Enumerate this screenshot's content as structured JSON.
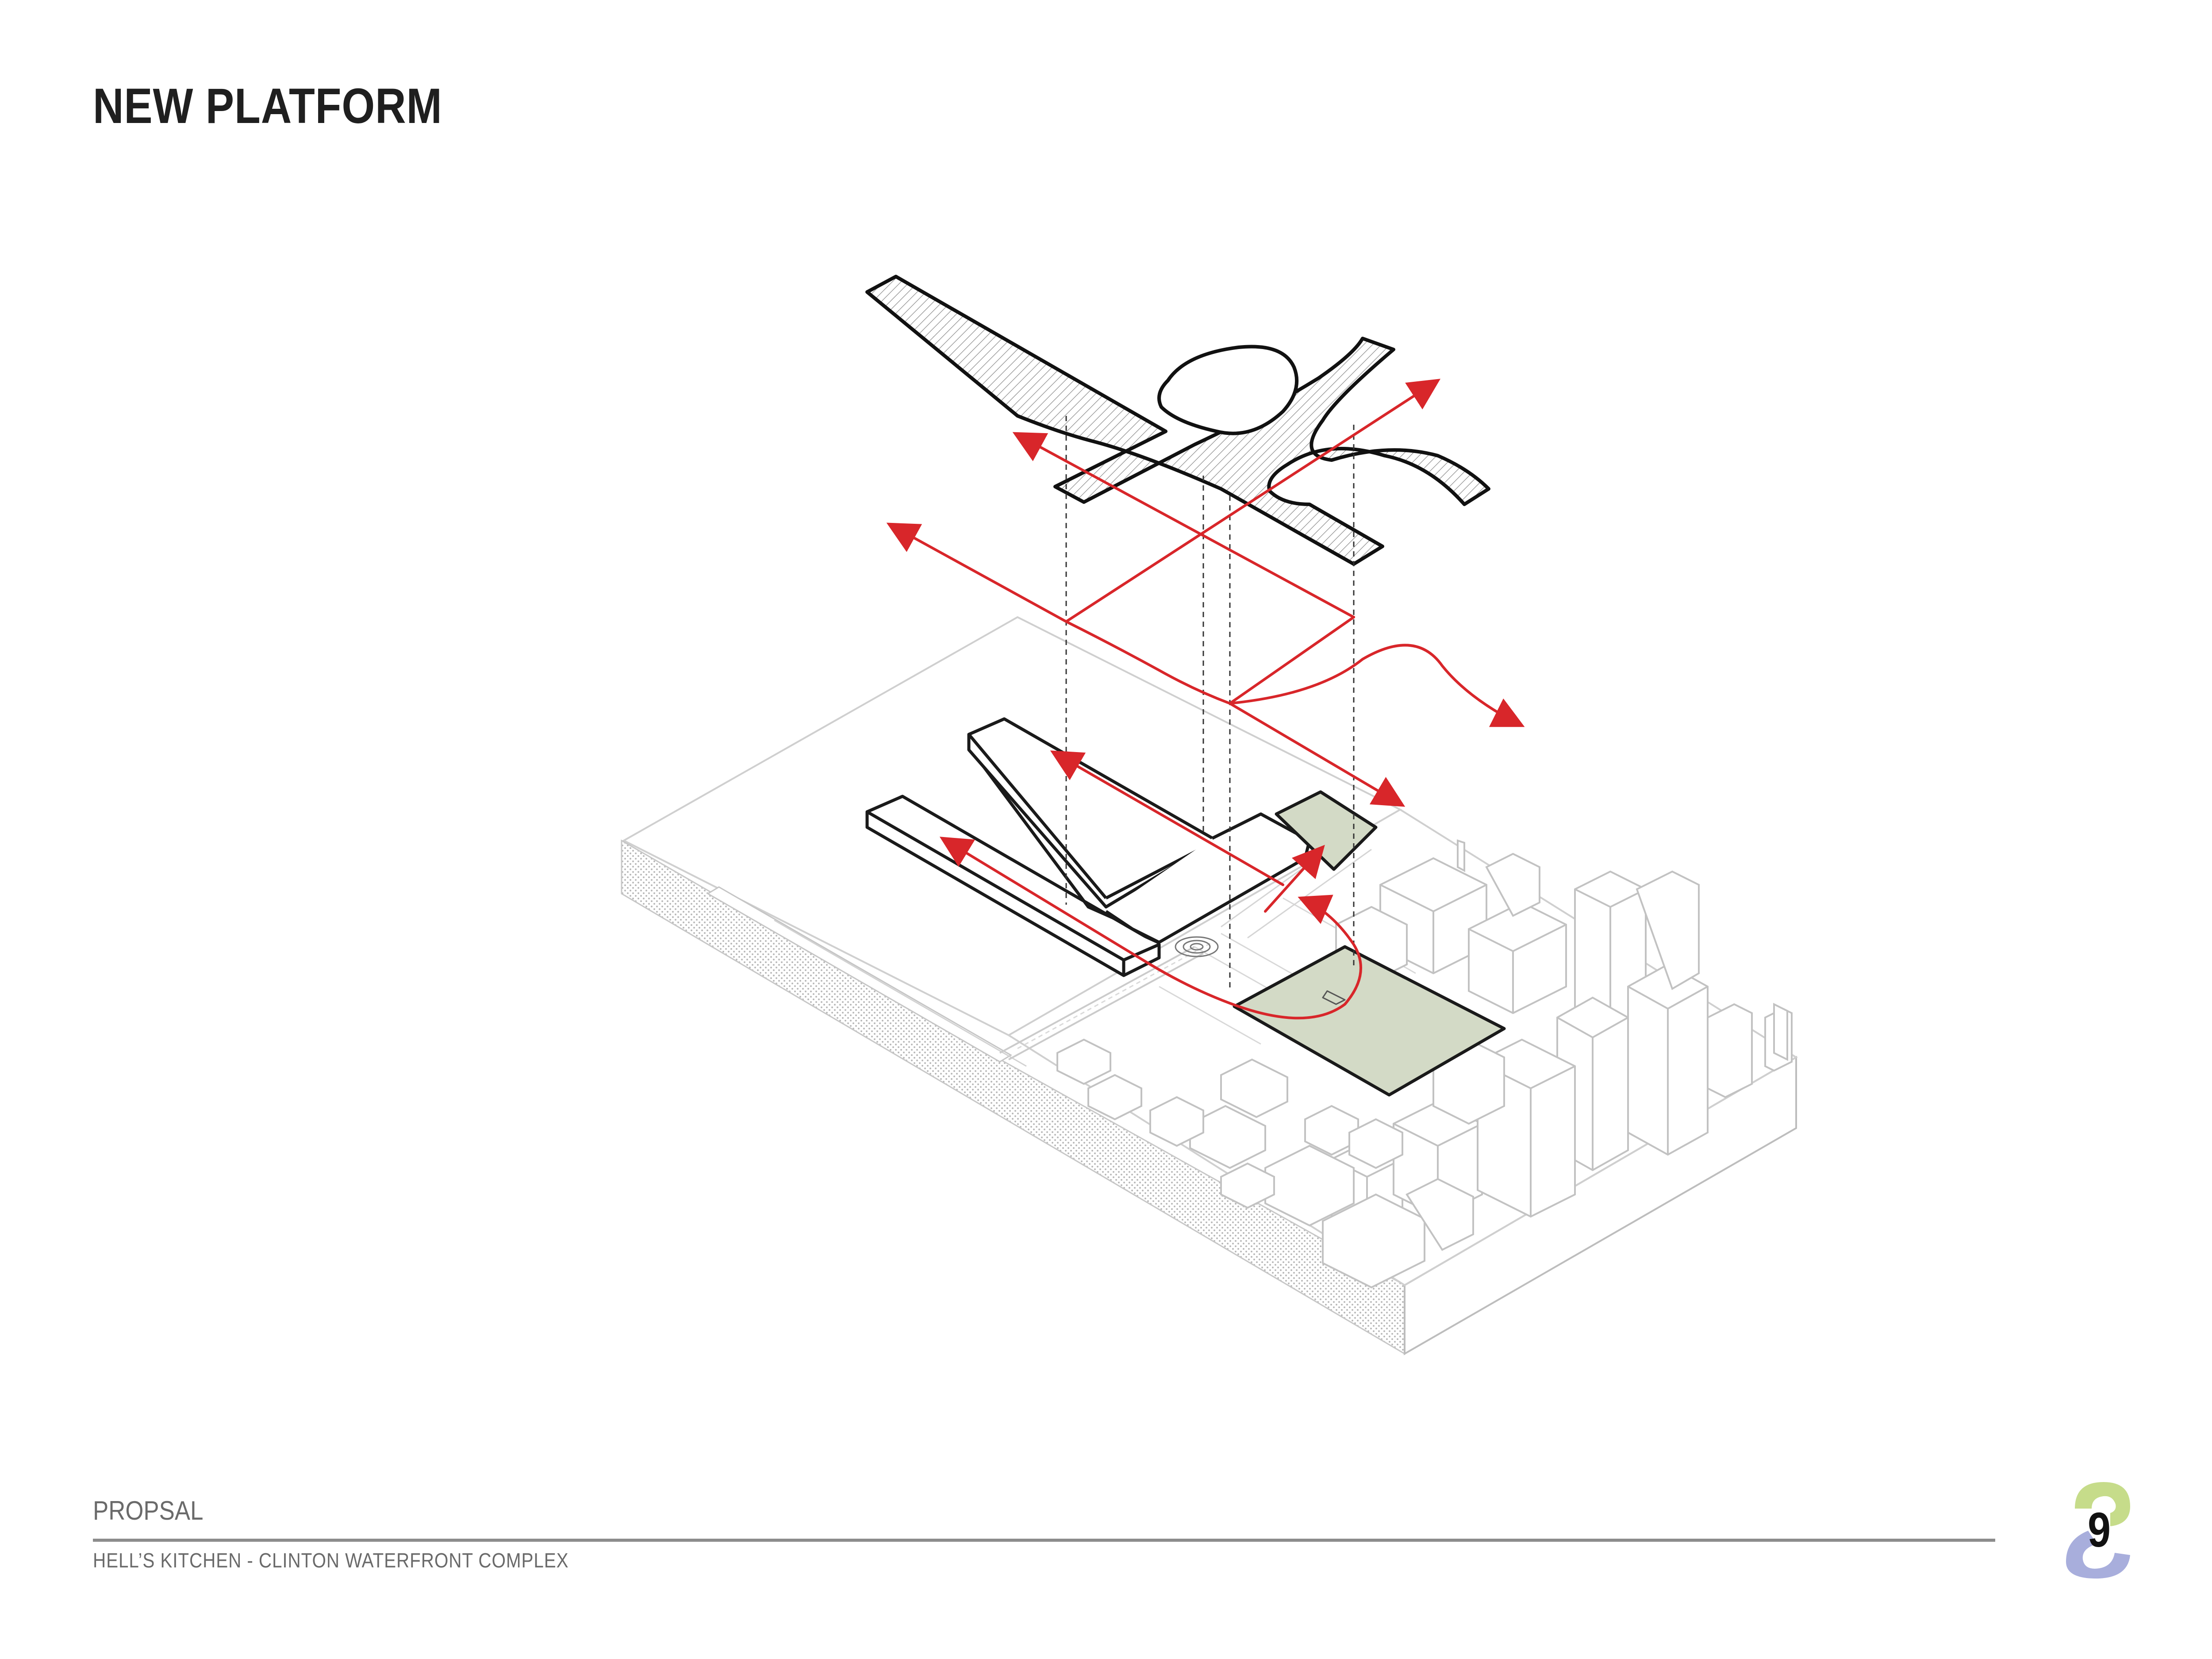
{
  "header": {
    "title": "NEW PLATFORM"
  },
  "footer": {
    "section": "PROPSAL",
    "project": "HELL’S KITCHEN - CLINTON WATERFRONT COMPLEX",
    "page_number": "9"
  },
  "colors": {
    "arrows": "#d8262a",
    "green_plots": "#d3dac6",
    "linework": "#1a1a1a",
    "context_lines": "#c4c4c4",
    "badge_green": "#c6dc8a",
    "badge_blue": "#a8aedc"
  }
}
